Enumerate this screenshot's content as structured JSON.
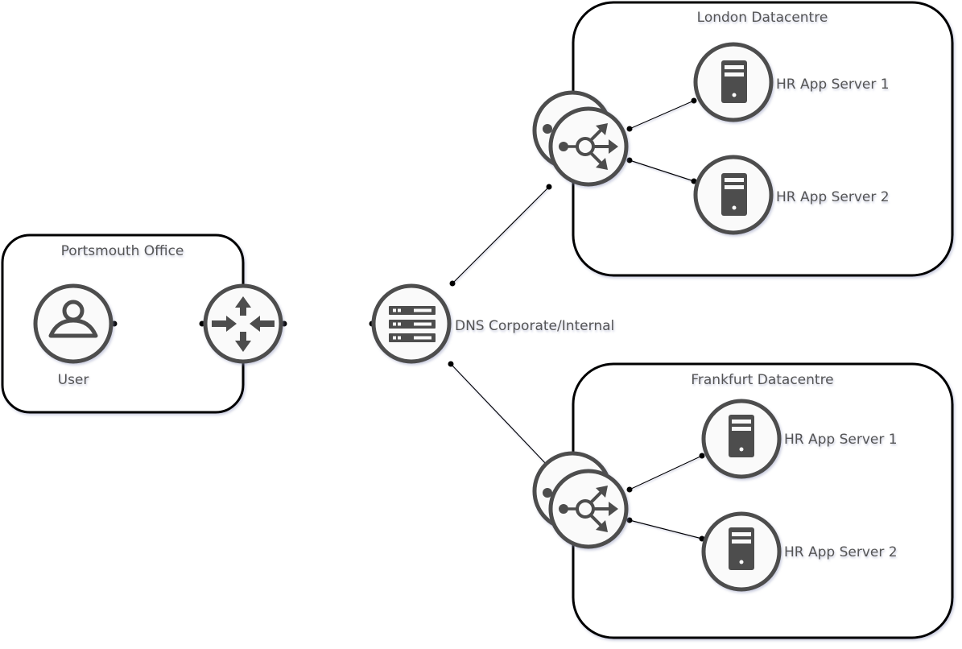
{
  "diagram": {
    "title": "HR App network topology",
    "zones": {
      "portsmouth": {
        "label": "Portsmouth Office"
      },
      "london": {
        "label": "London Datacentre"
      },
      "frankfurt": {
        "label": "Frankfurt Datacentre"
      }
    },
    "nodes": {
      "user": {
        "label": "User",
        "icon": "user-icon"
      },
      "router": {
        "label": "",
        "icon": "router-icon"
      },
      "dns": {
        "label": "DNS Corporate/Internal",
        "icon": "dns-server-icon"
      },
      "london_lb": {
        "label": "",
        "icon": "load-balancer-icon",
        "stacked": true
      },
      "london_server_1": {
        "label": "HR App Server 1",
        "icon": "server-tower-icon"
      },
      "london_server_2": {
        "label": "HR App Server 2",
        "icon": "server-tower-icon"
      },
      "frankfurt_lb": {
        "label": "",
        "icon": "load-balancer-icon",
        "stacked": true
      },
      "frankfurt_server_1": {
        "label": "HR App Server 1",
        "icon": "server-tower-icon"
      },
      "frankfurt_server_2": {
        "label": "HR App Server 2",
        "icon": "server-tower-icon"
      }
    },
    "links": [
      {
        "from": "user",
        "to": "router"
      },
      {
        "from": "router",
        "to": "dns"
      },
      {
        "from": "dns",
        "to": "london_lb"
      },
      {
        "from": "dns",
        "to": "frankfurt_lb"
      },
      {
        "from": "london_lb",
        "to": "london_server_1"
      },
      {
        "from": "london_lb",
        "to": "london_server_2"
      },
      {
        "from": "frankfurt_lb",
        "to": "frankfurt_server_1"
      },
      {
        "from": "frankfurt_lb",
        "to": "frankfurt_server_2"
      }
    ],
    "colors": {
      "icon": "#4d4d4d",
      "zone_border": "#000000",
      "label": "#555555",
      "link": "#000000"
    }
  }
}
